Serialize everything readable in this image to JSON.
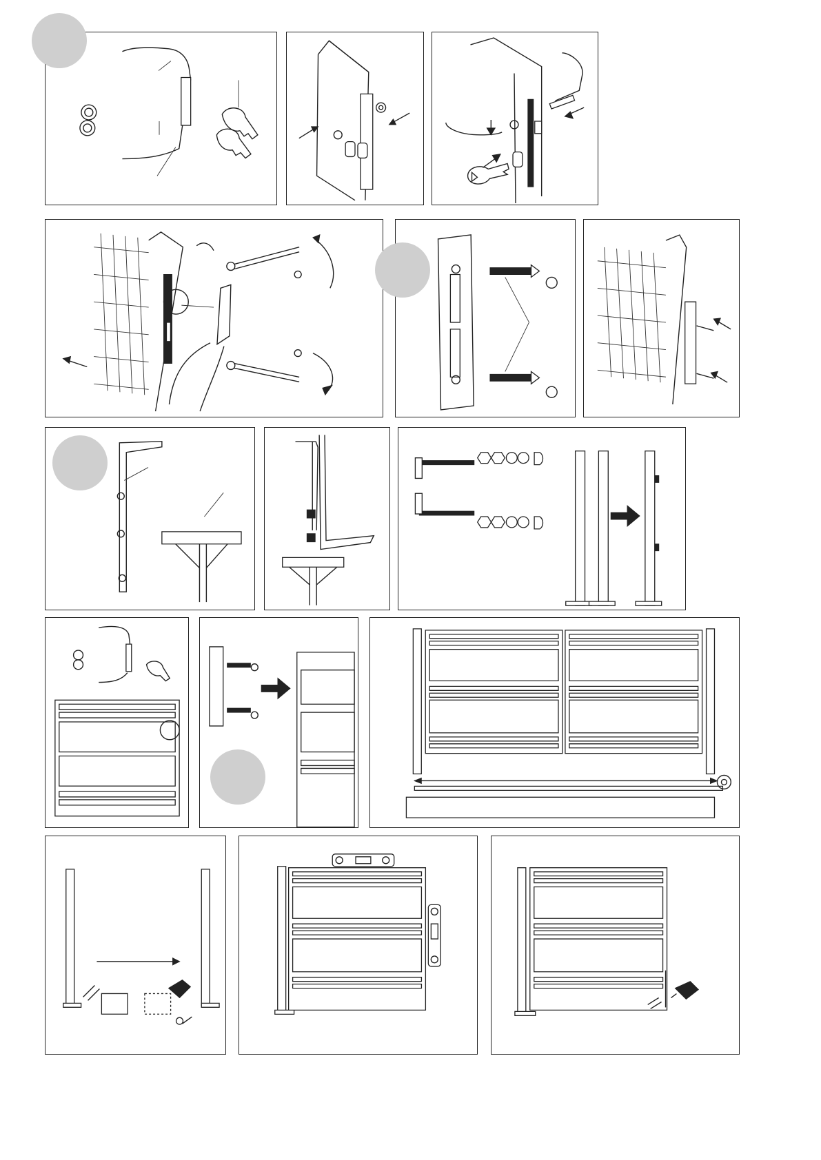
{
  "colors": {
    "ink": "#222222",
    "badge": "#cfcfcf",
    "background": "#ffffff"
  },
  "icons": [
    "handle-icon",
    "key-icon",
    "lock-cylinder-icon",
    "screw-icon",
    "pliers-icon",
    "spirit-level-icon",
    "drill-icon",
    "pencil-icon",
    "arrow-icon"
  ],
  "steps": [
    {
      "id": "lock-parts"
    },
    {
      "id": "lock-body-rosettes"
    },
    {
      "id": "mount-handle-and-key"
    },
    {
      "id": "pin-rotation-with-pliers"
    },
    {
      "id": "strike-plate-screws"
    },
    {
      "id": "fix-strike-plate"
    },
    {
      "id": "drop-bolt"
    },
    {
      "id": "drop-bolt-installed"
    },
    {
      "id": "hinge-bolts-on-posts"
    },
    {
      "id": "lock-on-gate-leaf"
    },
    {
      "id": "strike-on-leaf"
    },
    {
      "id": "double-gate-width"
    },
    {
      "id": "mark-post-holes"
    },
    {
      "id": "level-gate"
    },
    {
      "id": "fix-drop-bolt-floor"
    }
  ]
}
